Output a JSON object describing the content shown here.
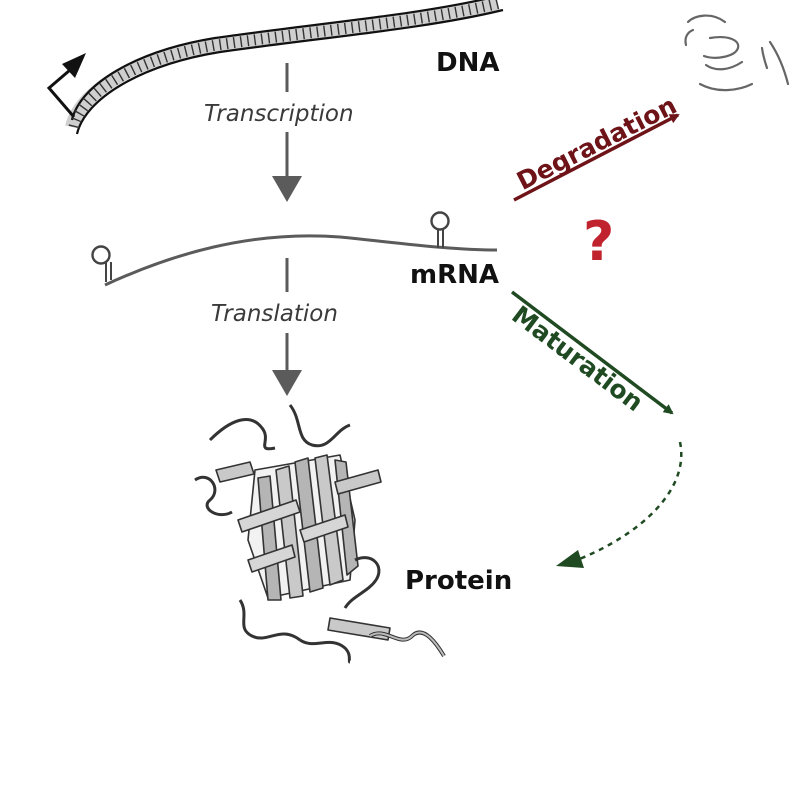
{
  "labels": {
    "dna": "DNA",
    "transcription": "Transcription",
    "mrna": "mRNA",
    "translation": "Translation",
    "protein": "Protein",
    "degradation": "Degradation",
    "maturation": "Maturation",
    "question": "?"
  },
  "colors": {
    "degradation": "#6e1419",
    "maturation": "#1f4a22",
    "question": "#c0232e",
    "arrow": "#5b5b5b",
    "text": "#111111"
  },
  "icons": {
    "promoter": "promoter-arrow-icon",
    "hairpin": "stem-loop-icon",
    "protein": "beta-barrel-protein-icon",
    "fragments": "degraded-rna-fragments-icon"
  }
}
